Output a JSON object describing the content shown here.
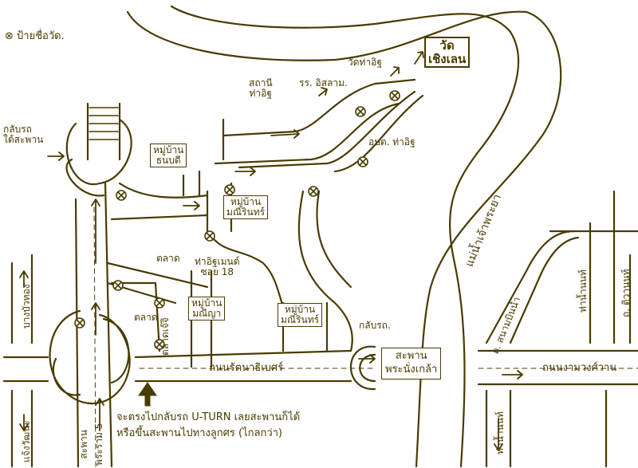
{
  "legend": {
    "symbol": "⊗",
    "text": "ป้ายชื่อวัด."
  },
  "river": {
    "label": "แม่น้ำเจ้าพระยา"
  },
  "temples": {
    "cheng_len": {
      "line1": "วัด",
      "line2": "เชิงเลน"
    },
    "tha_it": "วัดท่าอิฐ"
  },
  "places": {
    "mosque": "รร. อิสลาม.",
    "health_center": {
      "line1": "สถานี",
      "line2": "ท่าอิฐ"
    },
    "sub_district": "อบต. ท่าอิฐ",
    "market1": "ตลาด",
    "market2": "ตลาด",
    "market_jiji": "ตลาดเจ๊จิ",
    "soi18": {
      "line1": "ท่าอิฐเมนต์",
      "line2": "ซอย 18"
    },
    "uturn_left": {
      "line1": "กลับรถ",
      "line2": "ใต้สะพาน"
    },
    "uturn_bridge": "กลับรถ."
  },
  "villages": {
    "v1": {
      "line1": "หมู่บ้าน",
      "line2": "ธนบดี"
    },
    "v2": {
      "line1": "หมู่บ้าน",
      "line2": "มณีรินทร์"
    },
    "v3": {
      "line1": "หมู่บ้าน",
      "line2": "มณีญา"
    },
    "v4": {
      "line1": "หมู่บ้าน",
      "line2": "มณีรินทร์"
    }
  },
  "roads": {
    "rattanathibet": "ถนนรัตนาธิเบศร์",
    "ngamwongwan": "ถนนงามวงศ์วาน",
    "bang_bua_thong": "บางบัวทอง",
    "rama5": {
      "line1": "สะพาน",
      "line2": "พระราม 5"
    },
    "chaengwattana": "แจ้งวัฒนะ",
    "tha_nam_nont": "ท่าน้ำนนท์",
    "nonthaburi_pier": "ท่าน้ำนนท์",
    "sanambinnam": "ถ. สนามบินน้ำ",
    "tiwanon": "ถ. ติวานนท์"
  },
  "bridge": {
    "line1": "สะพาน",
    "line2": "พระนั่งเกล้า"
  },
  "directions": {
    "line1": "จะตรงไปกลับรถ U-TURN เลยสะพานก็ได้",
    "line2": "หรือขึ้นสะพานไปทางลูกศร (ไกลกว่า)"
  },
  "colors": {
    "ink": "#4a3b00",
    "paper": "#ffffff"
  }
}
